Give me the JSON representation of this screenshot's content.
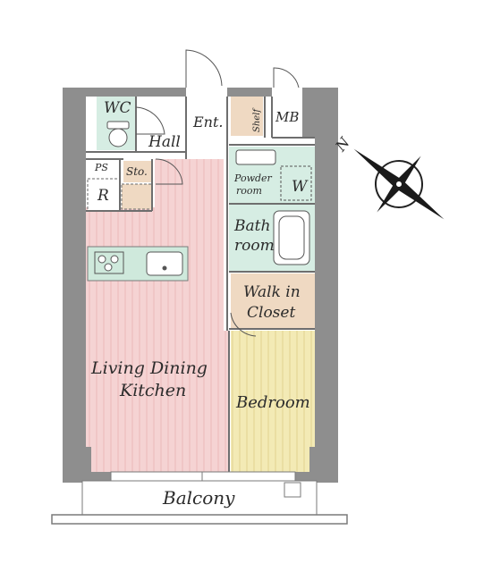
{
  "rooms": {
    "wc": "WC",
    "hall": "Hall",
    "entrance": "Ent.",
    "shelf": "Shelf",
    "mb": "MB",
    "ps": "PS",
    "storage": "Sto.",
    "refrigerator": "R",
    "powder_room_line1": "Powder",
    "powder_room_line2": "room",
    "washer": "W",
    "bath_line1": "Bath",
    "bath_line2": "room",
    "walk_in_line1": "Walk in",
    "walk_in_line2": "Closet",
    "living_line1": "Living Dining",
    "living_line2": "Kitchen",
    "bedroom": "Bedroom",
    "balcony": "Balcony"
  },
  "compass": {
    "north_label": "N"
  },
  "colors": {
    "wall": "#8e8e8e",
    "living_floor": "#f5d3d3",
    "living_stripe": "#e8b9b9",
    "bedroom_floor": "#f3eab5",
    "bedroom_stripe": "#e2d592",
    "wet_area": "#d6ede3",
    "storage": "#efd9c2",
    "kitchen_counter": "#cfe9dc"
  }
}
